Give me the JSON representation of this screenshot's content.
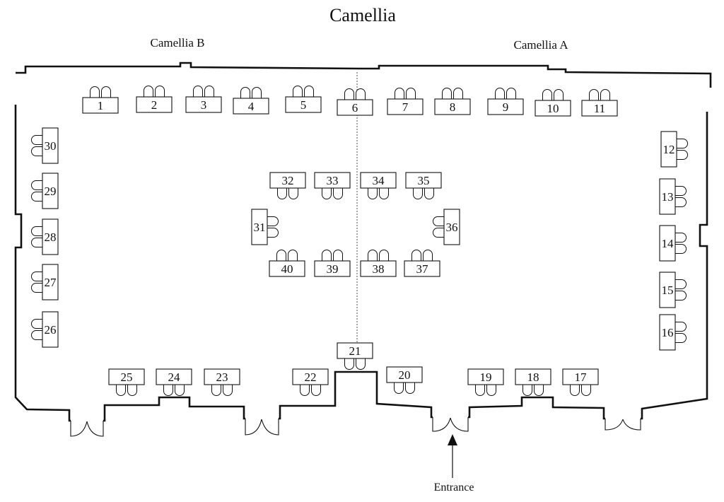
{
  "title": "Camellia",
  "rooms": {
    "left": "Camellia B",
    "right": "Camellia A"
  },
  "entrance_label": "Entrance",
  "colors": {
    "ink": "#111111",
    "background": "#ffffff",
    "divider": "#555555"
  },
  "booths": [
    {
      "id": "1",
      "label": "1"
    },
    {
      "id": "2",
      "label": "2"
    },
    {
      "id": "3",
      "label": "3"
    },
    {
      "id": "4",
      "label": "4"
    },
    {
      "id": "5",
      "label": "5"
    },
    {
      "id": "6",
      "label": "6"
    },
    {
      "id": "7",
      "label": "7"
    },
    {
      "id": "8",
      "label": "8"
    },
    {
      "id": "9",
      "label": "9"
    },
    {
      "id": "10",
      "label": "10"
    },
    {
      "id": "11",
      "label": "11"
    },
    {
      "id": "12",
      "label": "12"
    },
    {
      "id": "13",
      "label": "13"
    },
    {
      "id": "14",
      "label": "14"
    },
    {
      "id": "15",
      "label": "15"
    },
    {
      "id": "16",
      "label": "16"
    },
    {
      "id": "17",
      "label": "17"
    },
    {
      "id": "18",
      "label": "18"
    },
    {
      "id": "19",
      "label": "19"
    },
    {
      "id": "20",
      "label": "20"
    },
    {
      "id": "21",
      "label": "21"
    },
    {
      "id": "22",
      "label": "22"
    },
    {
      "id": "23",
      "label": "23"
    },
    {
      "id": "24",
      "label": "24"
    },
    {
      "id": "25",
      "label": "25"
    },
    {
      "id": "26",
      "label": "26"
    },
    {
      "id": "27",
      "label": "27"
    },
    {
      "id": "28",
      "label": "28"
    },
    {
      "id": "29",
      "label": "29"
    },
    {
      "id": "30",
      "label": "30"
    },
    {
      "id": "31",
      "label": "31"
    },
    {
      "id": "32",
      "label": "32"
    },
    {
      "id": "33",
      "label": "33"
    },
    {
      "id": "34",
      "label": "34"
    },
    {
      "id": "35",
      "label": "35"
    },
    {
      "id": "36",
      "label": "36"
    },
    {
      "id": "37",
      "label": "37"
    },
    {
      "id": "38",
      "label": "38"
    },
    {
      "id": "39",
      "label": "39"
    },
    {
      "id": "40",
      "label": "40"
    }
  ]
}
